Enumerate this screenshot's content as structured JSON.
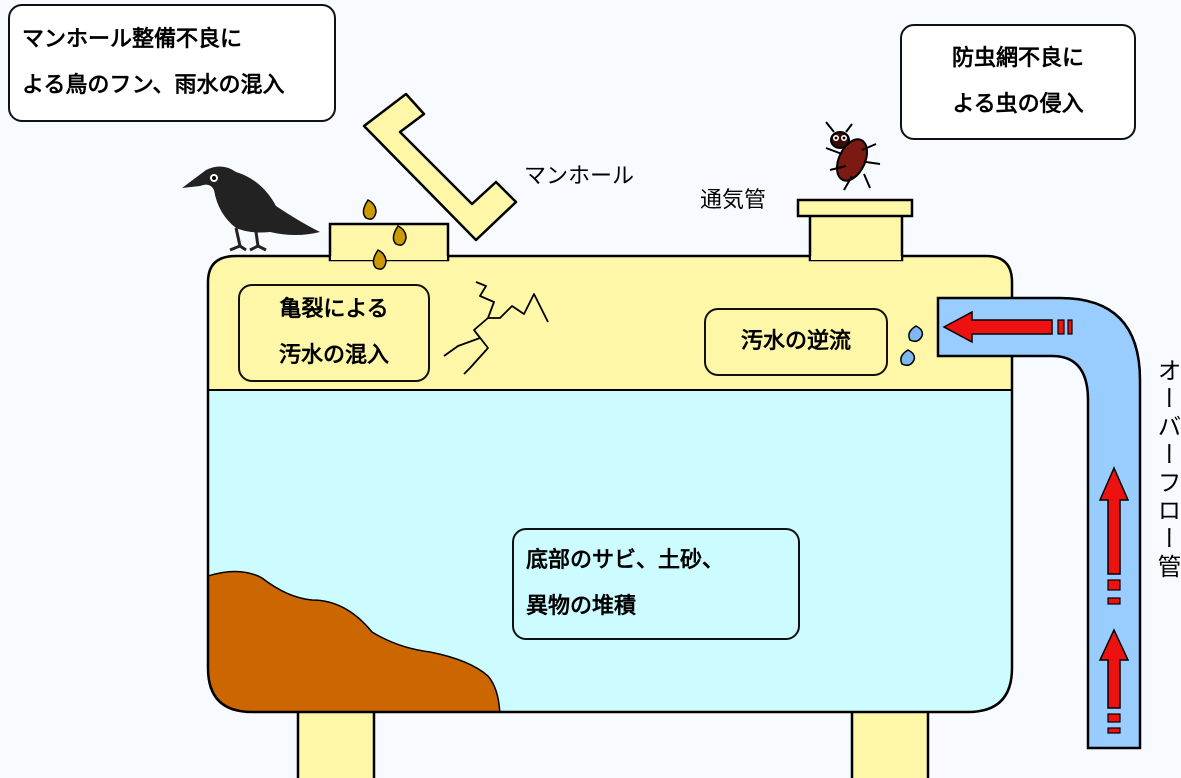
{
  "callouts": {
    "manhole_defect": {
      "line1": "マンホール整備不良に",
      "line2": "よる鳥のフン、雨水の混入"
    },
    "insect_screen": {
      "line1": "防虫網不良に",
      "line2": "よる虫の侵入"
    },
    "crack": {
      "line1": "亀裂による",
      "line2": "汚水の混入"
    },
    "backflow": {
      "text": "汚水の逆流"
    },
    "bottom": {
      "line1": "底部のサビ、土砂、",
      "line2": "異物の堆積"
    }
  },
  "labels": {
    "manhole": "マンホール",
    "vent_pipe": "通気管",
    "overflow_pipe": "オーバーフロー管"
  },
  "colors": {
    "tank_air": "#fef7a8",
    "tank_water": "#ccfcff",
    "sediment": "#cc6600",
    "pipe": "#99ccff",
    "arrow": "#ee1111",
    "outline": "#000000"
  }
}
